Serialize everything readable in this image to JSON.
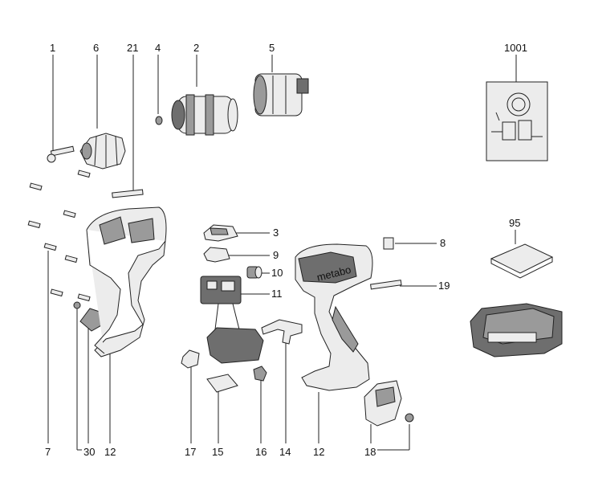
{
  "diagram": {
    "type": "exploded-parts-view",
    "callouts": [
      {
        "id": "c1",
        "label": "1"
      },
      {
        "id": "c6",
        "label": "6"
      },
      {
        "id": "c21",
        "label": "21"
      },
      {
        "id": "c4",
        "label": "4"
      },
      {
        "id": "c2",
        "label": "2"
      },
      {
        "id": "c5",
        "label": "5"
      },
      {
        "id": "c1001",
        "label": "1001"
      },
      {
        "id": "c3",
        "label": "3"
      },
      {
        "id": "c9",
        "label": "9"
      },
      {
        "id": "c10",
        "label": "10"
      },
      {
        "id": "c11",
        "label": "11"
      },
      {
        "id": "c8",
        "label": "8"
      },
      {
        "id": "c19",
        "label": "19"
      },
      {
        "id": "c95",
        "label": "95"
      },
      {
        "id": "c7",
        "label": "7"
      },
      {
        "id": "c30",
        "label": "30"
      },
      {
        "id": "c12a",
        "label": "12"
      },
      {
        "id": "c17",
        "label": "17"
      },
      {
        "id": "c15",
        "label": "15"
      },
      {
        "id": "c16",
        "label": "16"
      },
      {
        "id": "c14",
        "label": "14"
      },
      {
        "id": "c12b",
        "label": "12"
      },
      {
        "id": "c18",
        "label": "18"
      }
    ],
    "housing_brand_text": "metabo"
  }
}
